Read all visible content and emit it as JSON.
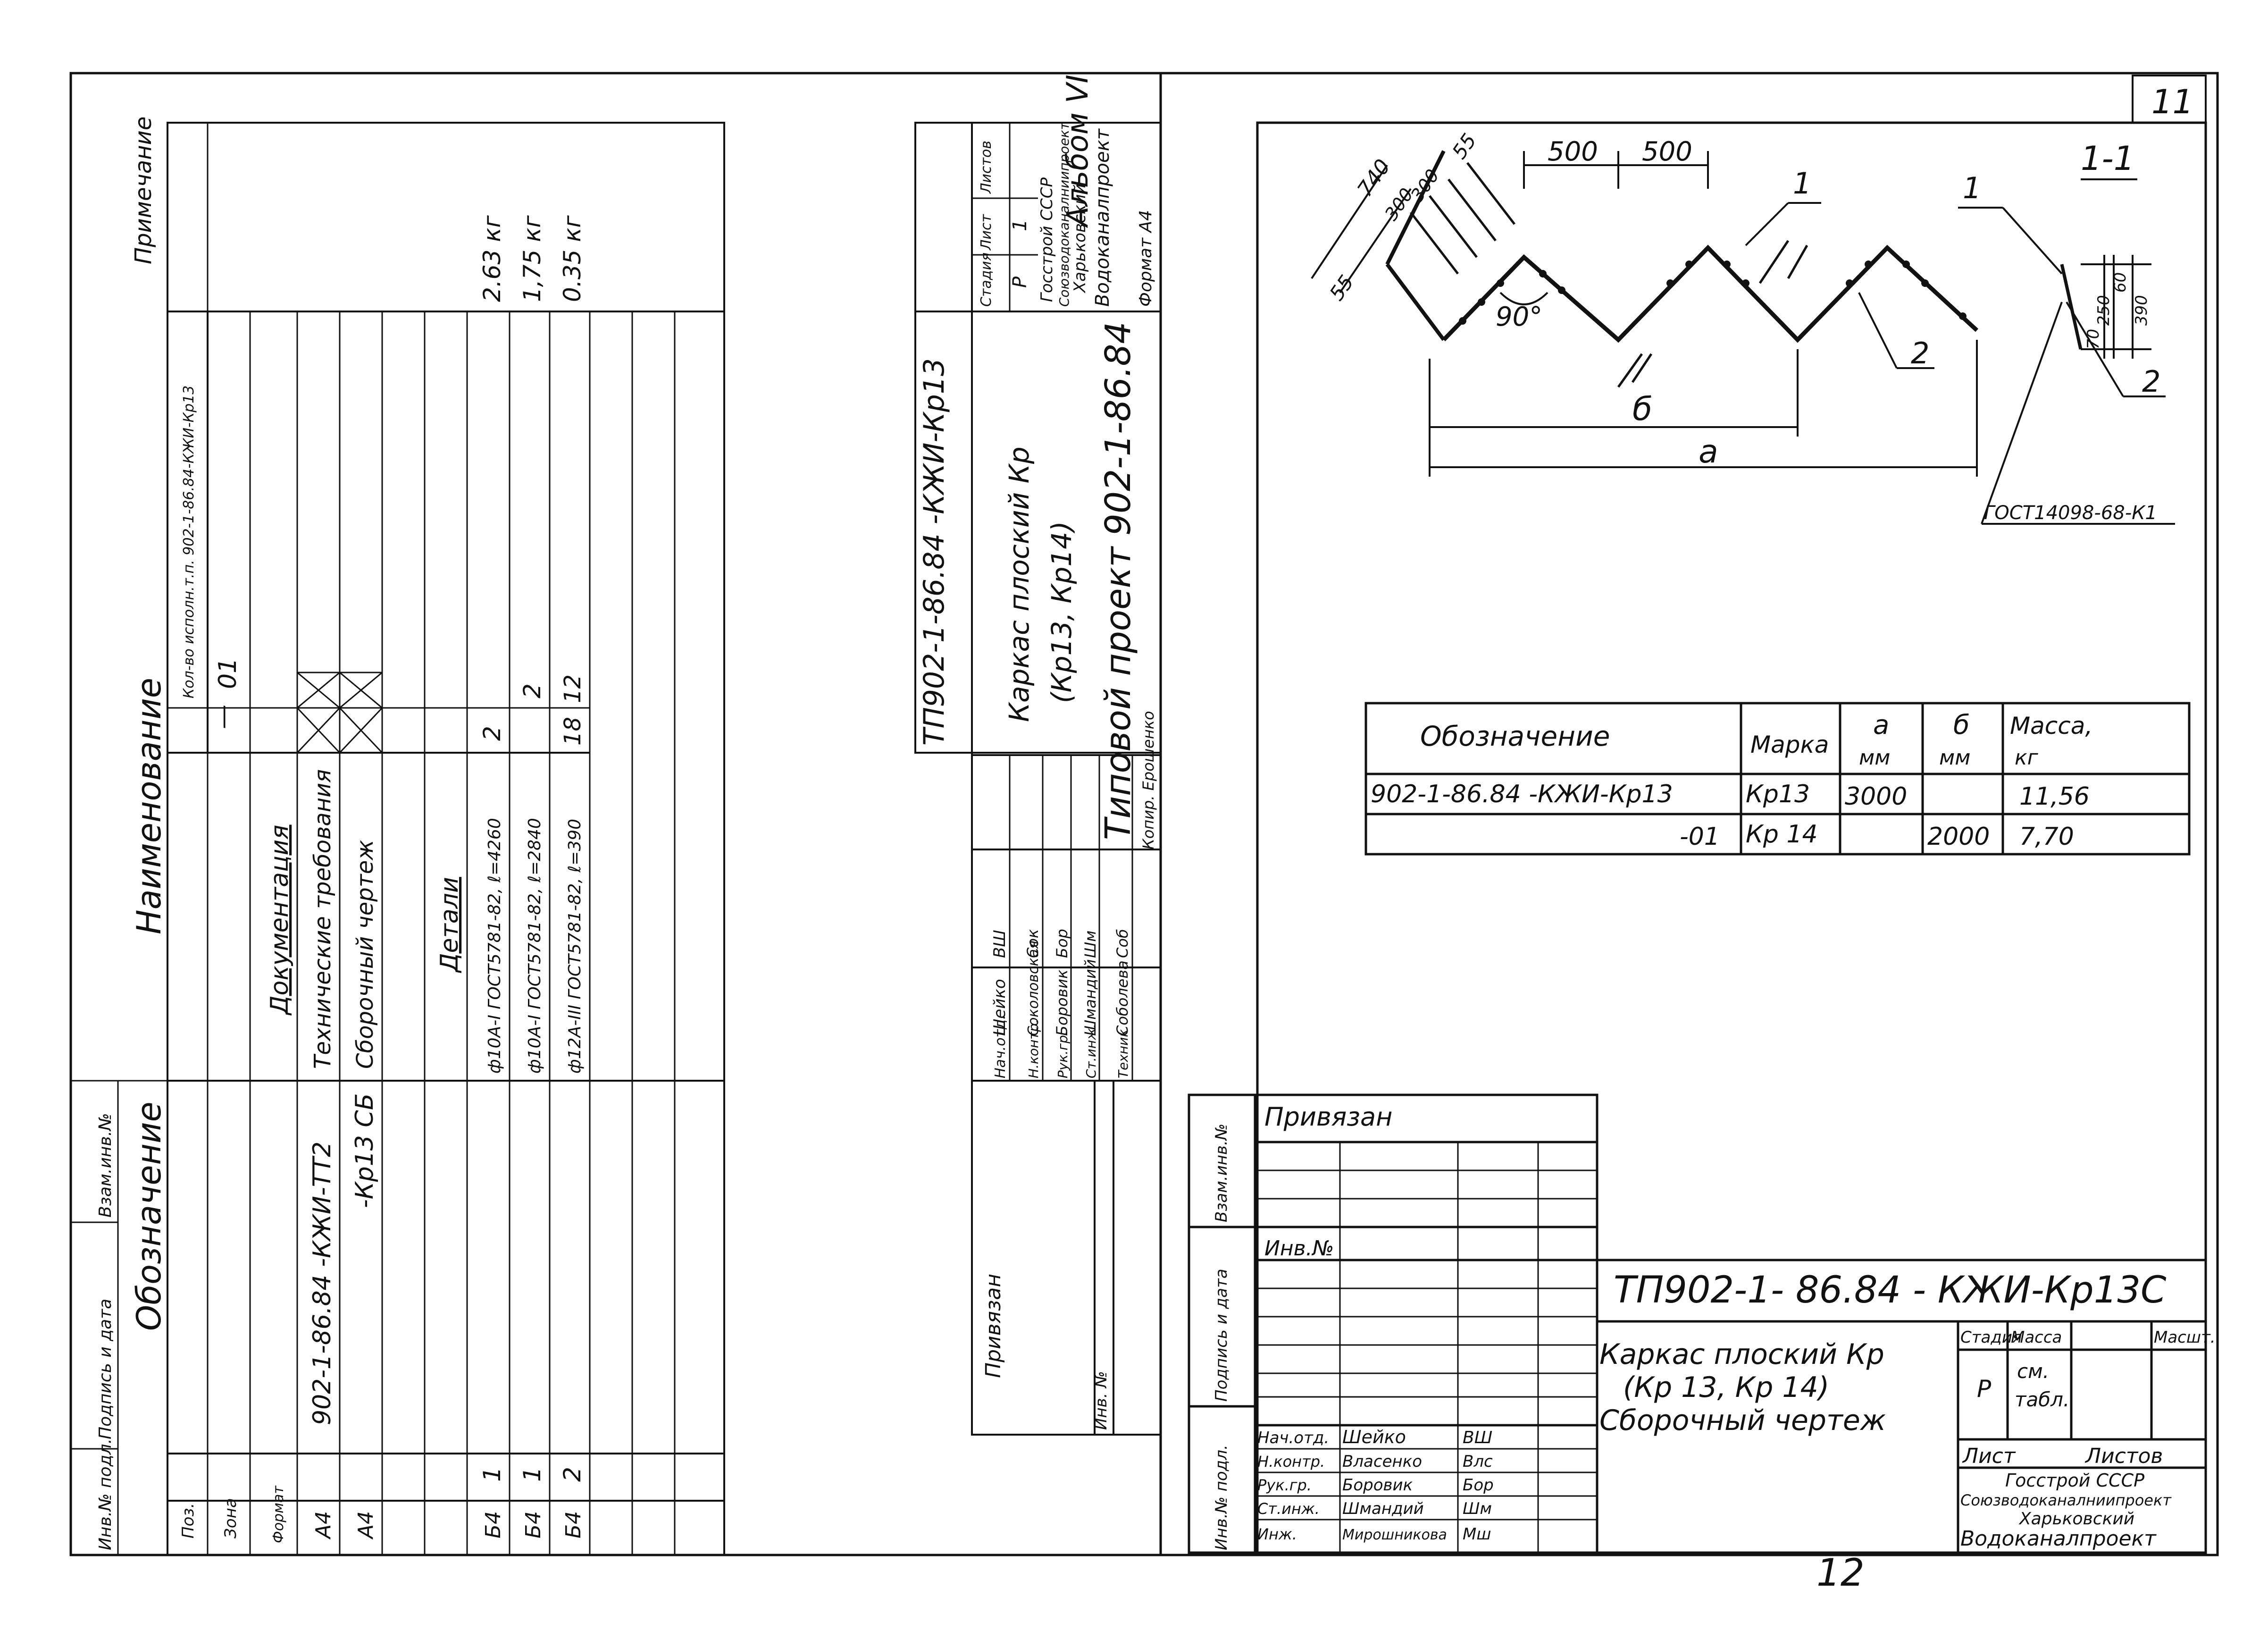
{
  "page_numbers": {
    "top_right": "11",
    "bottom": "12"
  },
  "spec": {
    "album": "Альбом VI",
    "project_title": "Типовой  проект 902-1-86.84",
    "headers": {
      "format": "Формат",
      "zone": "Зона",
      "pos": "Поз.",
      "designation": "Обозначение",
      "name": "Наименование",
      "qty_caption": "Кол-во исполн.т.п. 902-1-86.84-КЖИ-Кр13",
      "col_base": "—",
      "col_01": "01",
      "note": "Примечание"
    },
    "rows": [
      {
        "format": "",
        "pos": "",
        "designation": "",
        "name": "Документация",
        "q0": "",
        "q1": "",
        "note": ""
      },
      {
        "format": "А4",
        "pos": "",
        "designation": "902-1-86.84  -КЖИ-ТТ2",
        "name": "Технические требования",
        "q0": "",
        "q1": "",
        "note": ""
      },
      {
        "format": "А4",
        "pos": "",
        "designation": "-Кр13 СБ",
        "name": "Сборочный чертеж",
        "q0": "",
        "q1": "",
        "note": ""
      },
      {
        "format": "",
        "pos": "",
        "designation": "",
        "name": "",
        "q0": "",
        "q1": "",
        "note": ""
      },
      {
        "format": "",
        "pos": "",
        "designation": "",
        "name": "Детали",
        "q0": "",
        "q1": "",
        "note": ""
      },
      {
        "format": "Б4",
        "pos": "1",
        "designation": "",
        "name": "ф10А-I ГОСТ5781-82, ℓ=4260",
        "q0": "2",
        "q1": "",
        "note": "2.63 кг"
      },
      {
        "format": "Б4",
        "pos": "1",
        "designation": "",
        "name": "ф10А-I ГОСТ5781-82, ℓ=2840",
        "q0": "",
        "q1": "2",
        "note": "1,75 кг"
      },
      {
        "format": "Б4",
        "pos": "2",
        "designation": "",
        "name": "ф12А-III ГОСТ5781-82, ℓ=390",
        "q0": "18",
        "q1": "12",
        "note": "0.35 кг"
      }
    ],
    "stamp": {
      "code": "ТП902-1-86.84   -КЖИ-Кр13",
      "title_line1": "Каркас плоский Кр",
      "title_line2": "(Кр13, Кр14)",
      "stage_hdr": "Стадия",
      "sheet_hdr": "Лист",
      "sheets_hdr": "Листов",
      "stage": "Р",
      "sheet": "1",
      "org_line1": "Госстрой СССР",
      "org_line2": "Союзводоканалниипроект",
      "org_line3": "Харьковский",
      "org_line4": "Водоканалпроект",
      "format": "Формат А4",
      "copy": "Копир. Ерошенко",
      "people": [
        {
          "role": "Нач.отд.",
          "name": "Шейко",
          "sign": "ВШ"
        },
        {
          "role": "Н.контр.",
          "name": "Соколовская",
          "sign": "Сок"
        },
        {
          "role": "Рук.гр.",
          "name": "Боровик",
          "sign": "Бор"
        },
        {
          "role": "Ст.инж.",
          "name": "Шмандий",
          "sign": "Шм"
        },
        {
          "role": "Техник",
          "name": "Соболева",
          "sign": "Соб"
        }
      ],
      "privyazan": "Привязан",
      "inv": "Инв. №"
    }
  },
  "margin_labels": {
    "inv_podl": "Инв.№ подл.",
    "podpis_data": "Подпись и дата",
    "vzam_inv": "Взам.инв.№"
  },
  "drawing": {
    "dim_740": "740",
    "dim_300a": "300",
    "dim_300b": "300",
    "dim_55a": "55",
    "dim_55b": "55",
    "dim_500a": "500",
    "dim_500b": "500",
    "angle": "90°",
    "leader_1": "1",
    "leader_2": "2",
    "dim_b": "б",
    "dim_a": "а",
    "section": "1-1",
    "sec_leader_1": "1",
    "sec_leader_2": "2",
    "sec_60": "60",
    "sec_250": "250",
    "sec_390": "390",
    "sec_70": "70",
    "gost": "ГОСТ14098-68-К1"
  },
  "variants": {
    "headers": {
      "designation": "Обозначение",
      "mark": "Марка",
      "a": "а",
      "a_unit": "мм",
      "b": "б",
      "b_unit": "мм",
      "mass": "Масса,",
      "mass_unit": "кг"
    },
    "rows": [
      {
        "designation": "902-1-86.84   -КЖИ-Кр13",
        "mark": "Кр13",
        "a": "3000",
        "b": "",
        "mass": "11,56"
      },
      {
        "designation": "-01",
        "mark": "Кр 14",
        "a": "",
        "b": "2000",
        "mass": "7,70"
      }
    ]
  },
  "main_stamp": {
    "privyazan": "Привязан",
    "inv": "Инв.№",
    "code": "ТП902-1- 86.84   - КЖИ-Кр13С",
    "title_line1": "Каркас плоский Кр",
    "title_line2": "(Кр 13, Кр 14)",
    "title_line3": "Сборочный чертеж",
    "stage_hdr": "Стадия",
    "mass_hdr": "Масса",
    "scale_hdr": "Масшт.",
    "stage": "Р",
    "mass_val_1": "см.",
    "mass_val_2": "табл.",
    "sheet_hdr": "Лист",
    "sheets_hdr": "Листов",
    "org_line1": "Госстрой СССР",
    "org_line2": "Союзводоканалниипроект",
    "org_line3": "Харьковский",
    "org_line4": "Водоканалпроект",
    "people": [
      {
        "role": "Нач.отд.",
        "name": "Шейко",
        "sign": "ВШ"
      },
      {
        "role": "Н.контр.",
        "name": "Власенко",
        "sign": "Влс"
      },
      {
        "role": "Рук.гр.",
        "name": "Боровик",
        "sign": "Бор"
      },
      {
        "role": "Ст.инж.",
        "name": "Шмандий",
        "sign": "Шм"
      },
      {
        "role": "Инж.",
        "name": "Мирошникова",
        "sign": "Мш"
      }
    ]
  }
}
